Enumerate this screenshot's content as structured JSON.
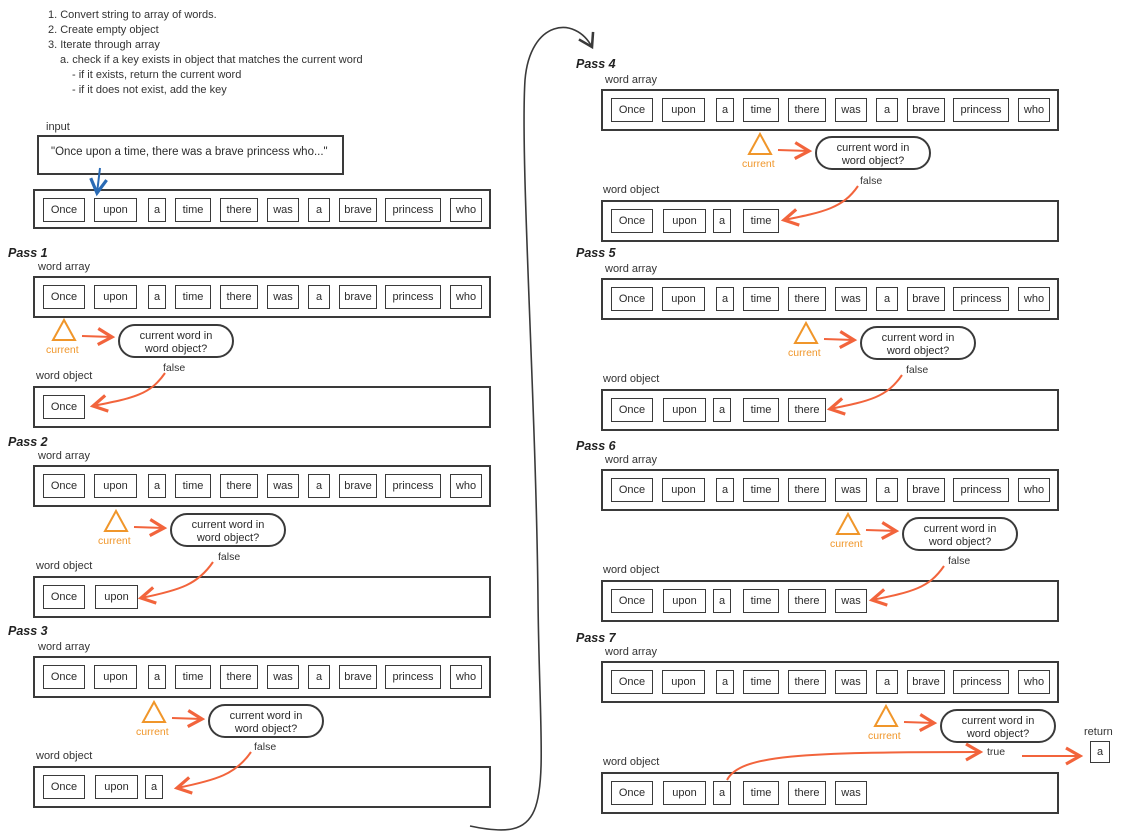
{
  "steps": [
    "1. Convert string to array of words.",
    "2. Create empty object",
    "3. Iterate through array",
    "a. check if a key exists in object that matches the current word",
    "- if it exists, return the current word",
    "- if it does not exist, add the key"
  ],
  "labels": {
    "input": "input",
    "word_array": "word array",
    "word_object": "word object",
    "current": "current",
    "bubble_line1": "current word in",
    "bubble_line2": "word object?",
    "false": "false",
    "true": "true",
    "return": "return"
  },
  "input_text": "\"Once upon a time, there was a brave princess who...\"",
  "words": [
    "Once",
    "upon",
    "a",
    "time",
    "there",
    "was",
    "a",
    "brave",
    "princess",
    "who"
  ],
  "passes": [
    {
      "label": "Pass 1",
      "current_index": 0,
      "result": "false",
      "object": [
        "Once"
      ]
    },
    {
      "label": "Pass 2",
      "current_index": 1,
      "result": "false",
      "object": [
        "Once",
        "upon"
      ]
    },
    {
      "label": "Pass 3",
      "current_index": 2,
      "result": "false",
      "object": [
        "Once",
        "upon",
        "a"
      ]
    },
    {
      "label": "Pass 4",
      "current_index": 3,
      "result": "false",
      "object": [
        "Once",
        "upon",
        "a",
        "time"
      ]
    },
    {
      "label": "Pass 5",
      "current_index": 4,
      "result": "false",
      "object": [
        "Once",
        "upon",
        "a",
        "time",
        "there"
      ]
    },
    {
      "label": "Pass 6",
      "current_index": 5,
      "result": "false",
      "object": [
        "Once",
        "upon",
        "a",
        "time",
        "there",
        "was"
      ]
    },
    {
      "label": "Pass 7",
      "current_index": 6,
      "result": "true",
      "object": [
        "Once",
        "upon",
        "a",
        "time",
        "there",
        "was"
      ]
    }
  ],
  "return_value": "a",
  "colors": {
    "arrow": "#f2643c",
    "current": "#f0962a",
    "input_arrow": "#2a6bb5",
    "ink": "#3a3a3a"
  }
}
